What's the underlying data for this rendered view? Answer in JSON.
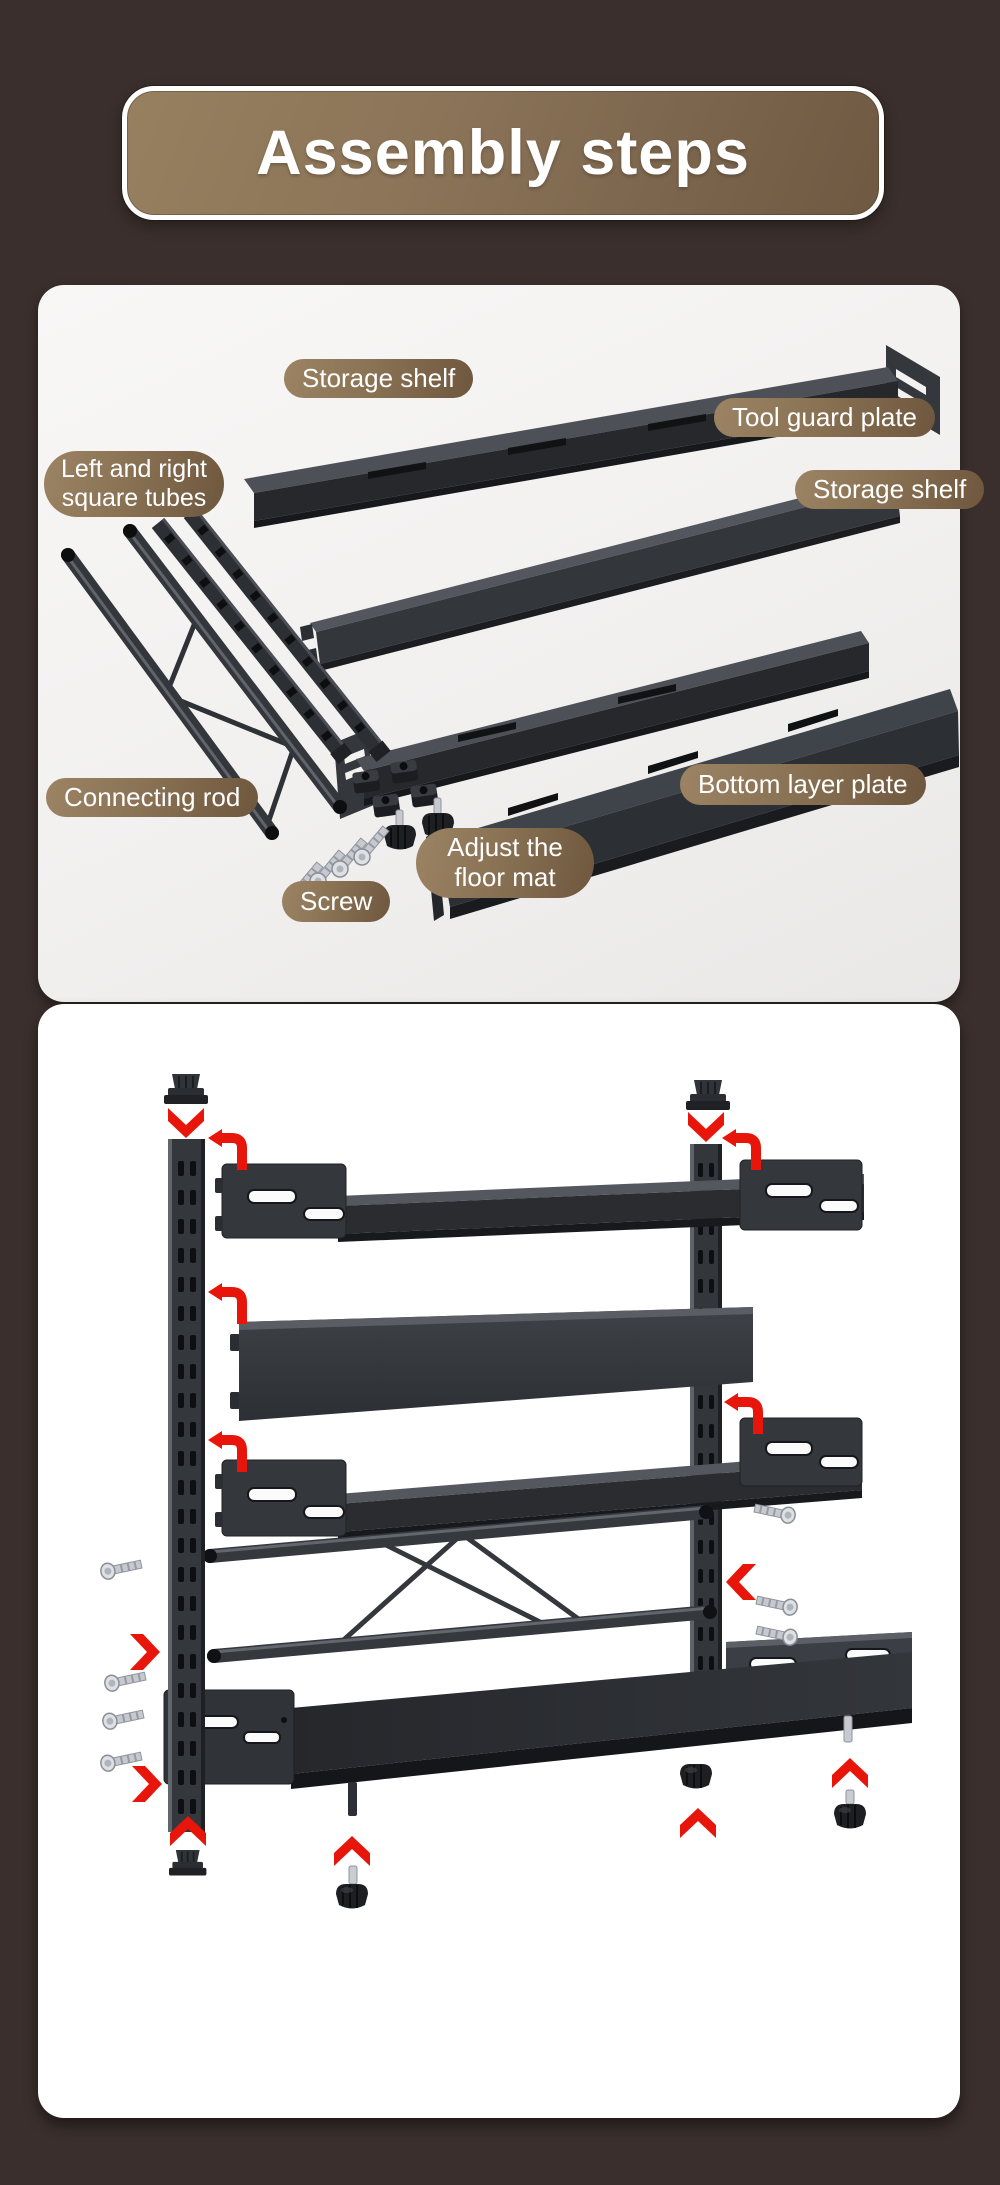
{
  "page": {
    "background_color": "#3a2f2c"
  },
  "banner": {
    "title": "Assembly steps",
    "text_color": "#ffffff",
    "fill_start": "#97805f",
    "fill_end": "#6f5942",
    "border_color": "#ffffff"
  },
  "exploded": {
    "labels": [
      {
        "id": "storage-shelf-top",
        "text": "Storage shelf"
      },
      {
        "id": "tool-guard-plate",
        "text": "Tool guard plate"
      },
      {
        "id": "left-right-square-tubes",
        "text": "Left and right square tubes"
      },
      {
        "id": "storage-shelf-right",
        "text": "Storage shelf"
      },
      {
        "id": "connecting-rod",
        "text": "Connecting rod"
      },
      {
        "id": "bottom-layer-plate",
        "text": "Bottom layer plate"
      },
      {
        "id": "screw",
        "text": "Screw"
      },
      {
        "id": "adjust-floor-mat",
        "text": "Adjust the floor mat"
      }
    ],
    "pill_fill_start": "#9b8364",
    "pill_fill_end": "#6e573e",
    "pill_text_color": "#ffffff"
  },
  "assembly": {
    "arrow_color": "#e8150b",
    "metal_dark": "#26282c",
    "metal_mid": "#34373c",
    "metal_light": "#5c6066",
    "screw_color": "#c9cdd2"
  }
}
